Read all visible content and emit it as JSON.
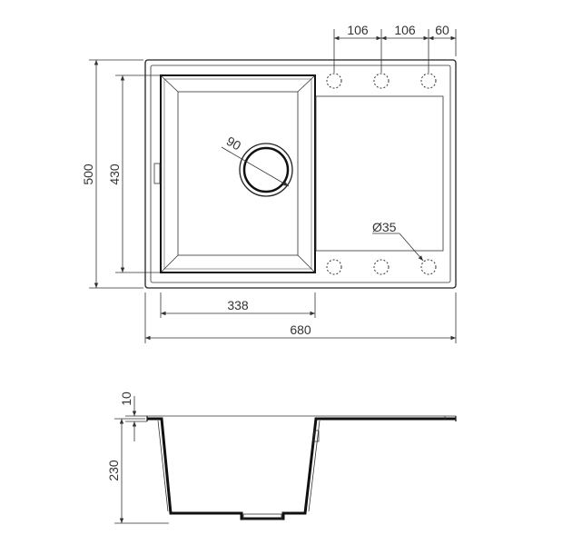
{
  "top_view": {
    "overall_width": "680",
    "overall_height": "500",
    "bowl_height": "430",
    "bowl_width": "338",
    "hole_spacing_1": "106",
    "hole_spacing_2": "106",
    "hole_edge_offset": "60",
    "drain_diameter": "90",
    "tap_hole_diameter": "Ø35"
  },
  "section_view": {
    "rim_thickness": "10",
    "bowl_depth": "230"
  }
}
